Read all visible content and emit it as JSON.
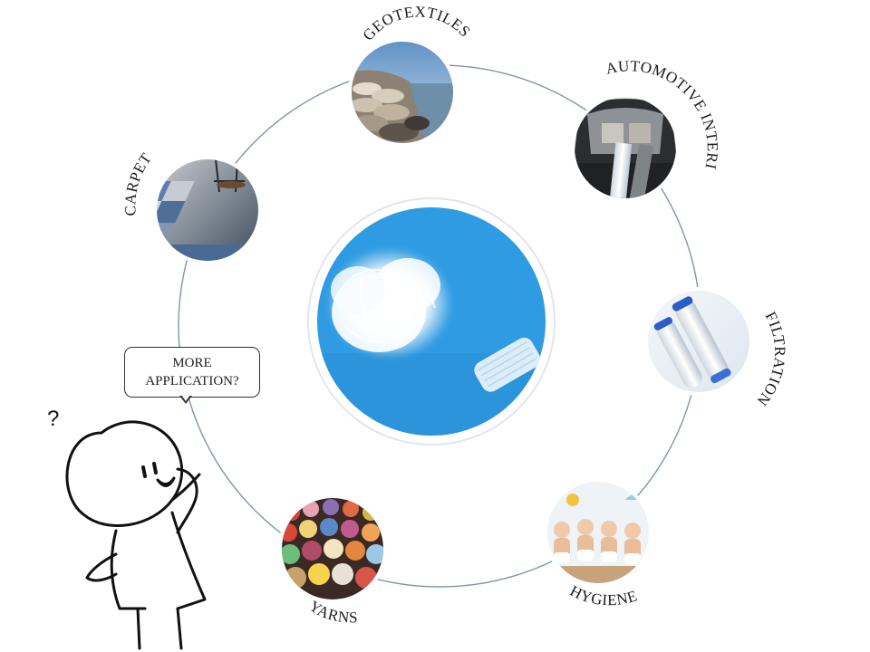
{
  "center": {
    "subject": "polyester-fiber-tuft",
    "background": "#2f9be3"
  },
  "ring_color": "#7d95ad",
  "applications": [
    {
      "id": "geotextiles",
      "label": "GEOTEXTILES"
    },
    {
      "id": "automotive-interior",
      "label": "AUTOMOTIVE INTERIOR"
    },
    {
      "id": "filtration",
      "label": "FILTRATION"
    },
    {
      "id": "hygiene",
      "label": "HYGIENE"
    },
    {
      "id": "yarns",
      "label": "YARNS"
    },
    {
      "id": "carpet",
      "label": "CARPET"
    }
  ],
  "speech_bubble": {
    "line1": "MORE",
    "line2": "APPLICATION?"
  },
  "character": {
    "mark": "?"
  }
}
